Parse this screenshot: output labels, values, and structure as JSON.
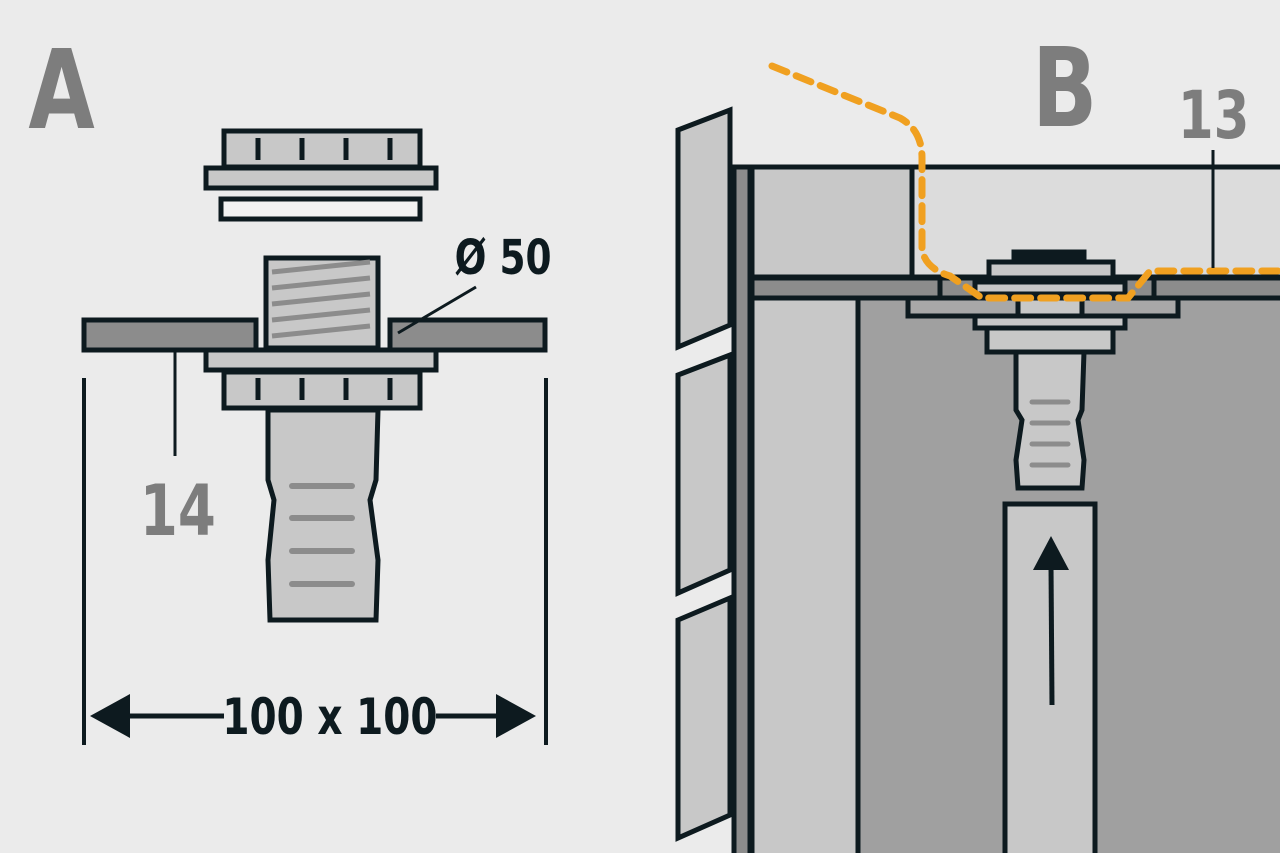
{
  "panel_a": {
    "label": "A",
    "callout_14": "14",
    "diameter": "Ø 50",
    "dimension": "100 x 100"
  },
  "panel_b": {
    "label": "B",
    "callout_13": "13"
  },
  "colors": {
    "background": "#ebebeb",
    "outline": "#0d1a1f",
    "light_gray": "#c8c8c8",
    "mid_gray": "#a0a0a0",
    "label_gray": "#7d7d7d",
    "orange_dash": "#f0a020"
  }
}
